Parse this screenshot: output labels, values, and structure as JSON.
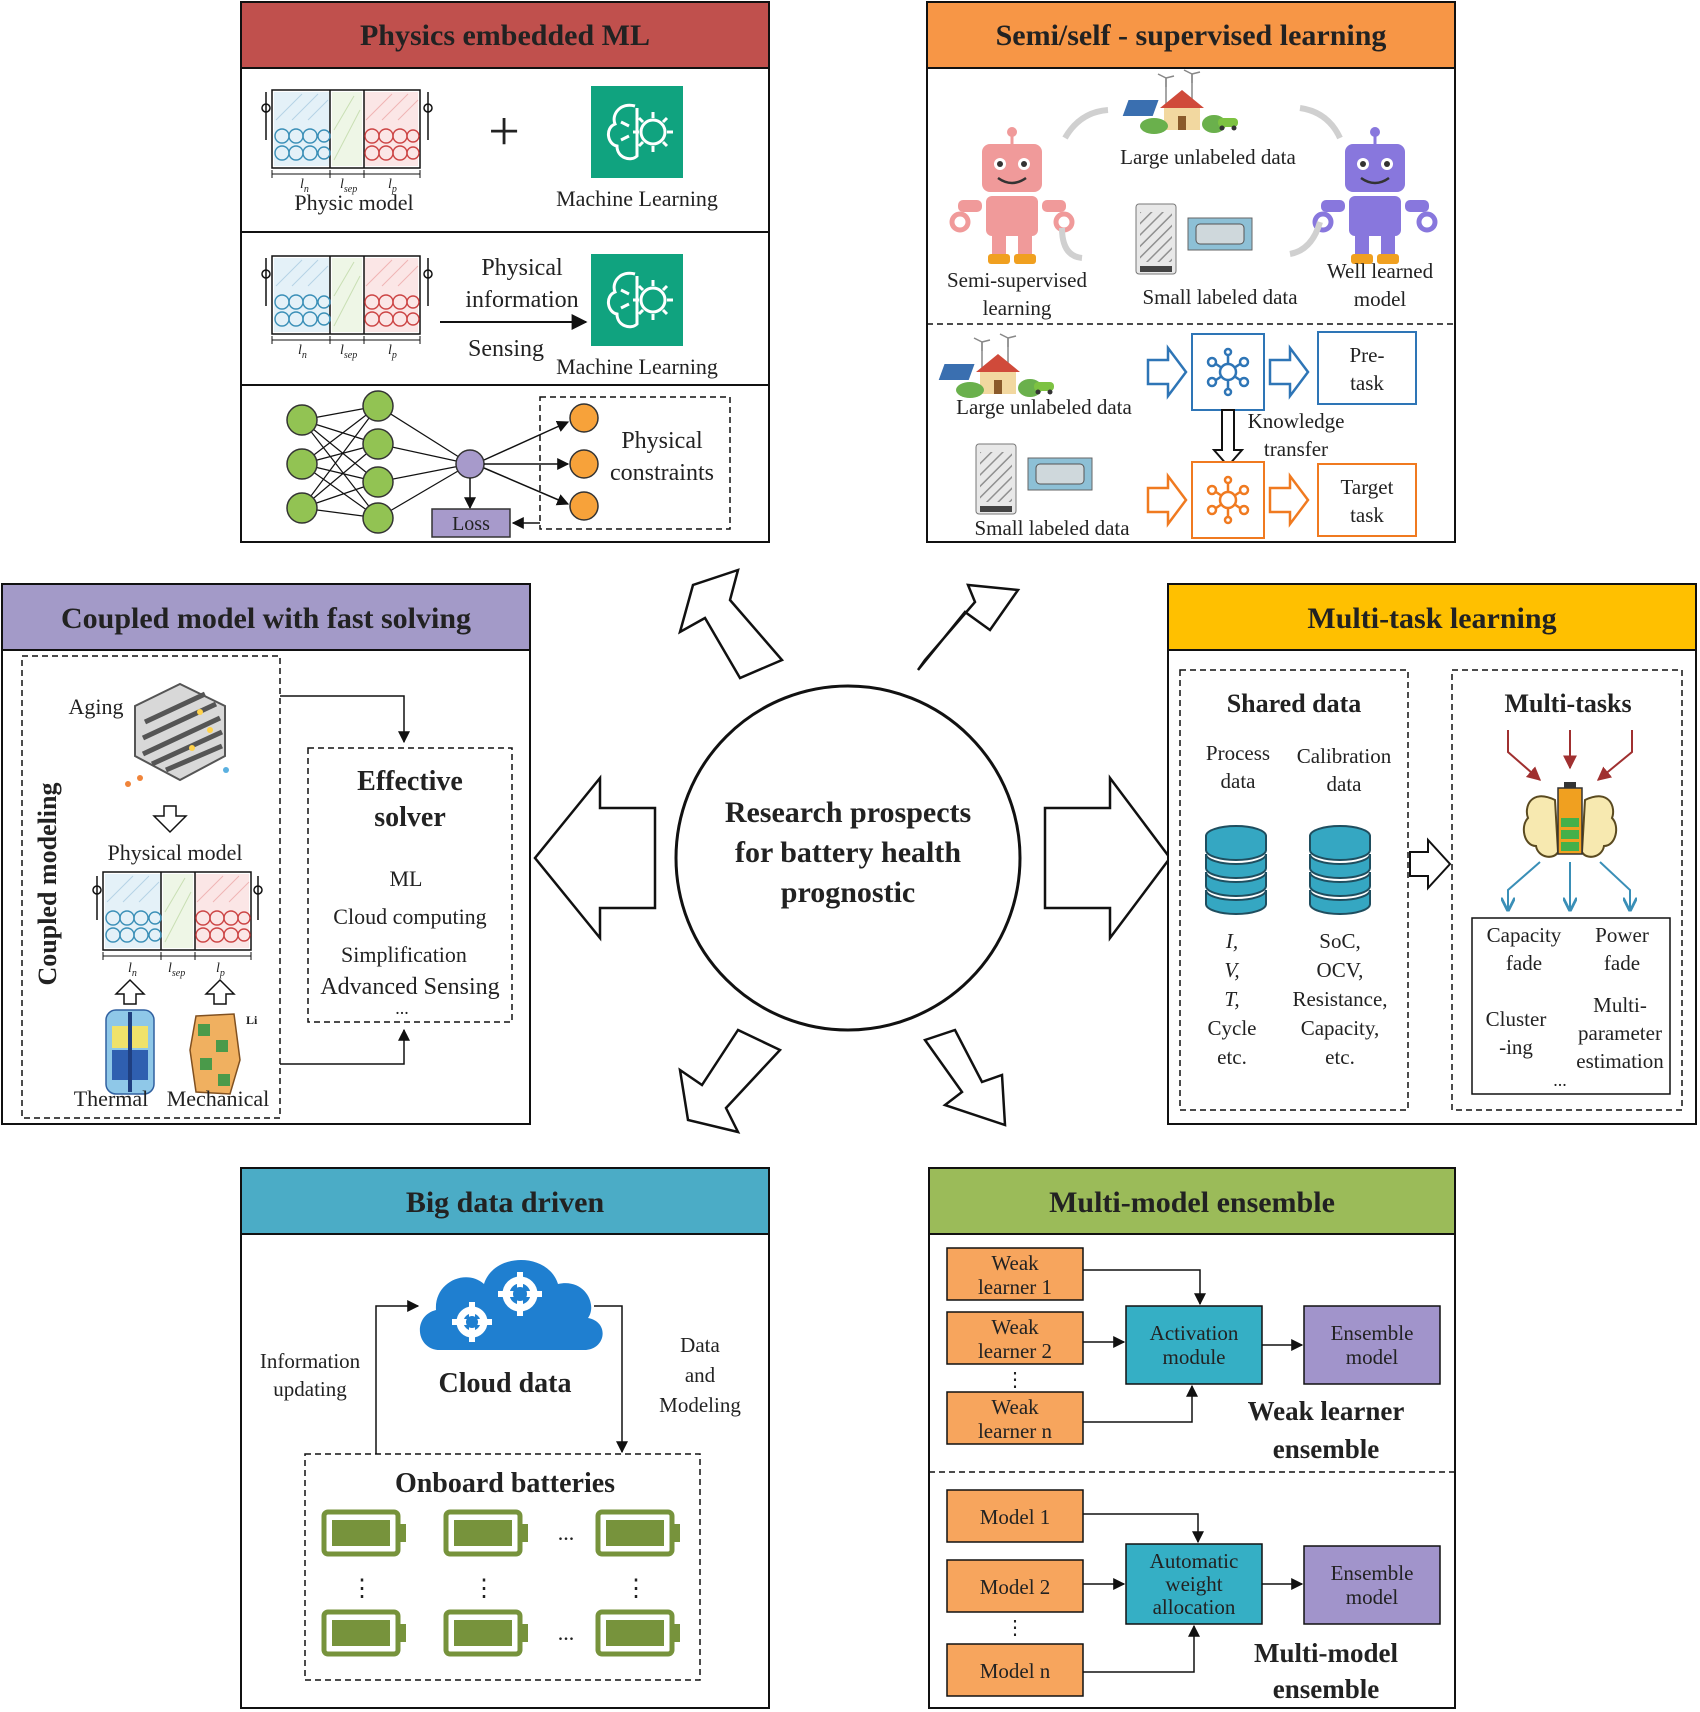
{
  "center": {
    "line1": "Research prospects",
    "line2": "for battery health",
    "line3": "prognostic"
  },
  "colors": {
    "red": "#c0504d",
    "orange": "#f79646",
    "purple": "#a39ac8",
    "yellow": "#ffc000",
    "blue": "#4bacc6",
    "green": "#9bbb59",
    "orangebox": "#f7a55d",
    "purplebox": "#a194cb",
    "tealbox": "#35afc5",
    "battery": "#77933c"
  },
  "pem": {
    "title": "Physics embedded ML",
    "physic_model": "Physic model",
    "machine_learning": "Machine Learning",
    "plus": "+",
    "physical": "Physical",
    "information": "information",
    "sensing": "Sensing",
    "machine_learning2": "Machine Learning",
    "loss": "Loss",
    "physical2": "Physical",
    "constraints": "constraints",
    "ln": "l",
    "ln_sub": "n",
    "lsep_sub": "sep",
    "lp_sub": "p"
  },
  "ssl": {
    "title": "Semi/self - supervised learning",
    "large_unlabeled": "Large unlabeled data",
    "small_labeled": "Small labeled data",
    "semi_line1": "Semi-supervised",
    "semi_line2": "learning",
    "well_line1": "Well learned",
    "well_line2": "model",
    "large_unlabeled2": "Large unlabeled data",
    "small_labeled2": "Small labeled data",
    "pre_line1": "Pre-",
    "pre_line2": "task",
    "kt_line1": "Knowledge",
    "kt_line2": "transfer",
    "target_line1": "Target",
    "target_line2": "task"
  },
  "cm": {
    "title": "Coupled model with fast solving",
    "coupled_modeling": "Coupled modeling",
    "aging": "Aging",
    "physical_model": "Physical model",
    "thermal": "Thermal",
    "mechanical": "Mechanical",
    "li": "Li",
    "solver_line1": "Effective",
    "solver_line2": "solver",
    "items": [
      "ML",
      "Cloud computing",
      "Simplification",
      "Advanced Sensing",
      "..."
    ]
  },
  "mtl": {
    "title": "Multi-task learning",
    "shared_data": "Shared data",
    "process_line1": "Process",
    "process_line2": "data",
    "calib_line1": "Calibration",
    "calib_line2": "data",
    "process_vars": [
      "I,",
      "V,",
      "T,",
      "Cycle",
      "etc."
    ],
    "calib_vars": [
      "SoC,",
      "OCV,",
      "Resistance,",
      "Capacity,",
      "etc."
    ],
    "multi_tasks": "Multi-tasks",
    "capacity_line1": "Capacity",
    "capacity_line2": "fade",
    "power_line1": "Power",
    "power_line2": "fade",
    "cluster_line1": "Cluster",
    "cluster_line2": "-ing",
    "multi_line1": "Multi-",
    "multi_line2": "parameter",
    "multi_line3": "estimation",
    "dots": "..."
  },
  "bdd": {
    "title": "Big data driven",
    "cloud_data": "Cloud data",
    "info_line1": "Information",
    "info_line2": "updating",
    "data_line1": "Data",
    "data_line2": "and",
    "data_line3": "Modeling",
    "onboard": "Onboard batteries",
    "hdots": "...",
    "vdots": "⋮"
  },
  "mme": {
    "title": "Multi-model ensemble",
    "weak_learners": [
      {
        "line1": "Weak",
        "line2": "learner 1"
      },
      {
        "line1": "Weak",
        "line2": "learner 2"
      },
      {
        "line1": "Weak",
        "line2": "learner n"
      }
    ],
    "act_line1": "Activation",
    "act_line2": "module",
    "ens_line1": "Ensemble",
    "ens_line2": "model",
    "wle_line1": "Weak learner",
    "wle_line2": "ensemble",
    "models": [
      "Model 1",
      "Model 2",
      "Model n"
    ],
    "auto_line1": "Automatic",
    "auto_line2": "weight",
    "auto_line3": "allocation",
    "ens2_line1": "Ensemble",
    "ens2_line2": "model",
    "mme_line1": "Multi-model",
    "mme_line2": "ensemble",
    "vdots": "⋮"
  }
}
